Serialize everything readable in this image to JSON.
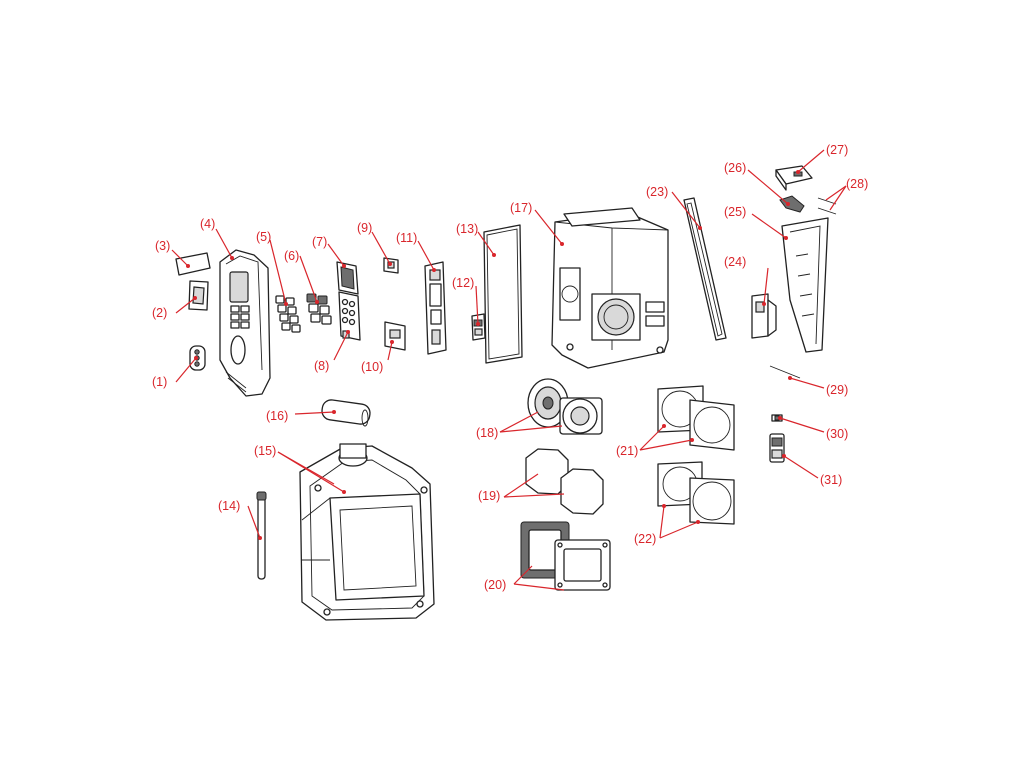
{
  "diagram": {
    "label_color": "#d9262c",
    "line_color": "#222222",
    "callouts": [
      "(1)",
      "(2)",
      "(3)",
      "(4)",
      "(5)",
      "(6)",
      "(7)",
      "(8)",
      "(9)",
      "(10)",
      "(11)",
      "(12)",
      "(13)",
      "(14)",
      "(15)",
      "(16)",
      "(17)",
      "(18)",
      "(19)",
      "(20)",
      "(21)",
      "(22)",
      "(23)",
      "(24)",
      "(25)",
      "(26)",
      "(27)",
      "(28)",
      "(29)",
      "(30)",
      "(31)"
    ]
  }
}
